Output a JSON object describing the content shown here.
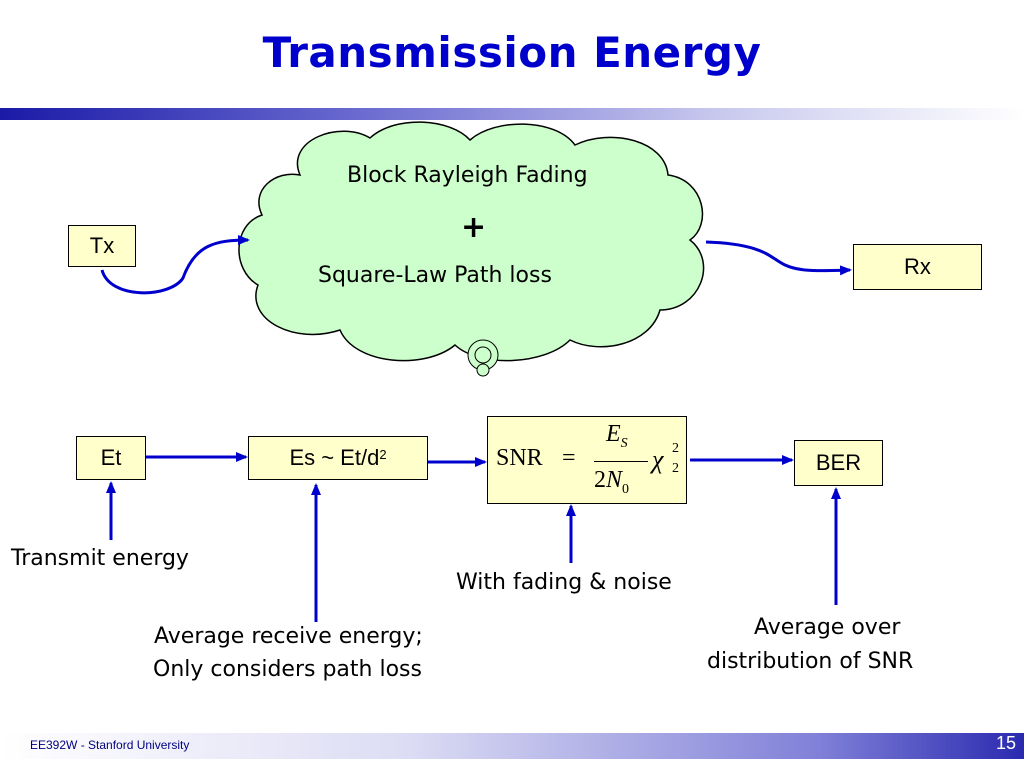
{
  "slide": {
    "title": "Transmission Energy",
    "footer_left": "EE392W - Stanford University",
    "page_number": "15"
  },
  "top_diagram": {
    "tx_label": "Tx",
    "rx_label": "Rx",
    "cloud_line1": "Block Rayleigh Fading",
    "cloud_plus": "+",
    "cloud_line2": "Square-Law Path loss"
  },
  "bottom_diagram": {
    "et_label": "Et",
    "es_label": "Es ~ Et/d",
    "es_exponent": "2",
    "snr_formula": {
      "lhs": "SNR",
      "equals": "=",
      "numerator": "E",
      "numerator_sub": "S",
      "denominator_coef": "2",
      "denominator_var": "N",
      "denominator_sub": "0",
      "chi": "χ",
      "chi_sup": "2",
      "chi_sub": "2"
    },
    "ber_label": "BER",
    "caption_et": "Transmit energy",
    "caption_es_line1": "Average receive energy;",
    "caption_es_line2": "Only considers path loss",
    "caption_snr": "With fading & noise",
    "caption_ber_line1": "Average over",
    "caption_ber_line2": "distribution of SNR"
  },
  "colors": {
    "title": "#0000cc",
    "arrow": "#0000cc",
    "box_fill": "#ffffcc",
    "cloud_fill": "#ccffcc"
  }
}
